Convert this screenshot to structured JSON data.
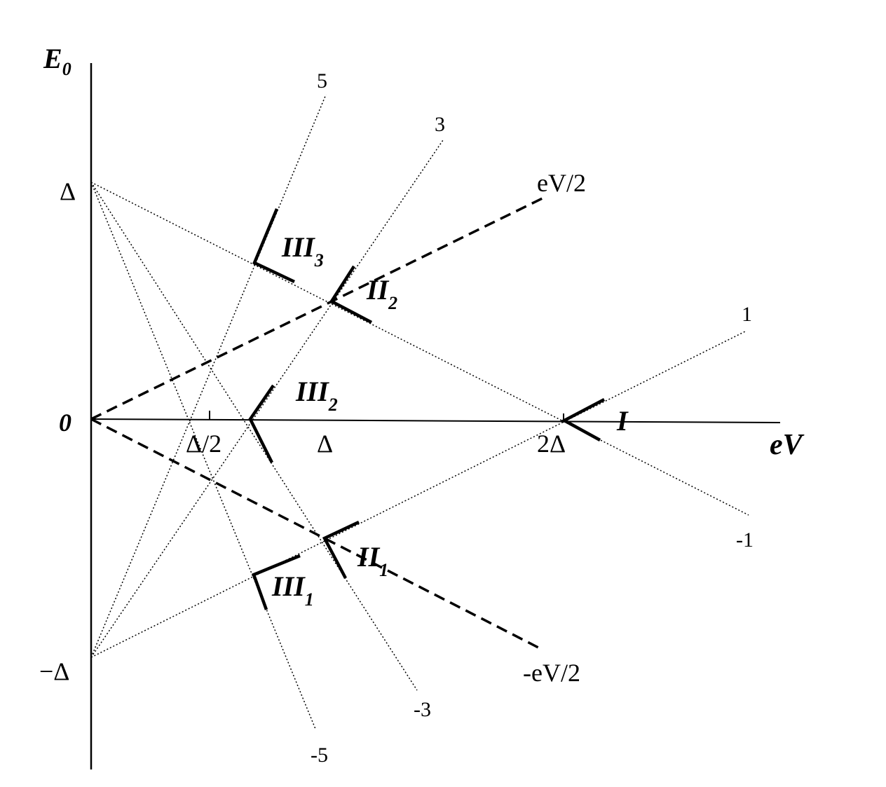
{
  "axes": {
    "y_label": "E",
    "y_label_sub": "0",
    "x_label": "eV",
    "origin_label": "0",
    "y_tick_pos": "Δ",
    "y_tick_neg": "−Δ",
    "x_ticks": [
      "Δ/2",
      "Δ",
      "2Δ"
    ]
  },
  "lines": {
    "n5": "5",
    "n3": "3",
    "n1": "1",
    "nm1": "-1",
    "nm3": "-3",
    "nm5": "-5",
    "evp": "eV/2",
    "evm": "-eV/2"
  },
  "regions": {
    "I": {
      "main": "I",
      "sub": ""
    },
    "II2": {
      "main": "II",
      "sub": "2"
    },
    "II1": {
      "main": "II",
      "sub": "1"
    },
    "III1": {
      "main": "III",
      "sub": "1"
    },
    "III2": {
      "main": "III",
      "sub": "2"
    },
    "III3": {
      "main": "III",
      "sub": "3"
    }
  },
  "colors": {
    "ink": "#000000",
    "background": "#ffffff"
  }
}
